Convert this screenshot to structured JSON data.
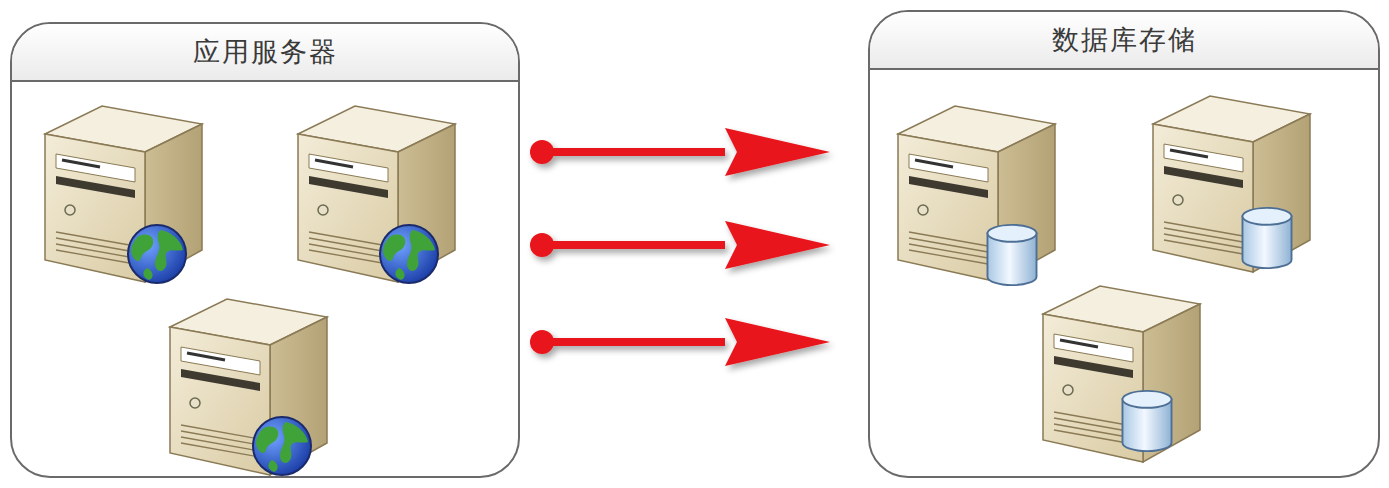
{
  "diagram": {
    "nodes": [
      {
        "text": [
          "应用服务器"
        ]
      },
      {
        "text": [
          "数据库存储"
        ]
      }
    ],
    "edges": [
      {
        "from": 0,
        "to": 1,
        "arrow": "to"
      },
      {
        "from": 0,
        "to": 1,
        "arrow": "to"
      },
      {
        "from": 0,
        "to": 1,
        "arrow": "to"
      }
    ]
  }
}
